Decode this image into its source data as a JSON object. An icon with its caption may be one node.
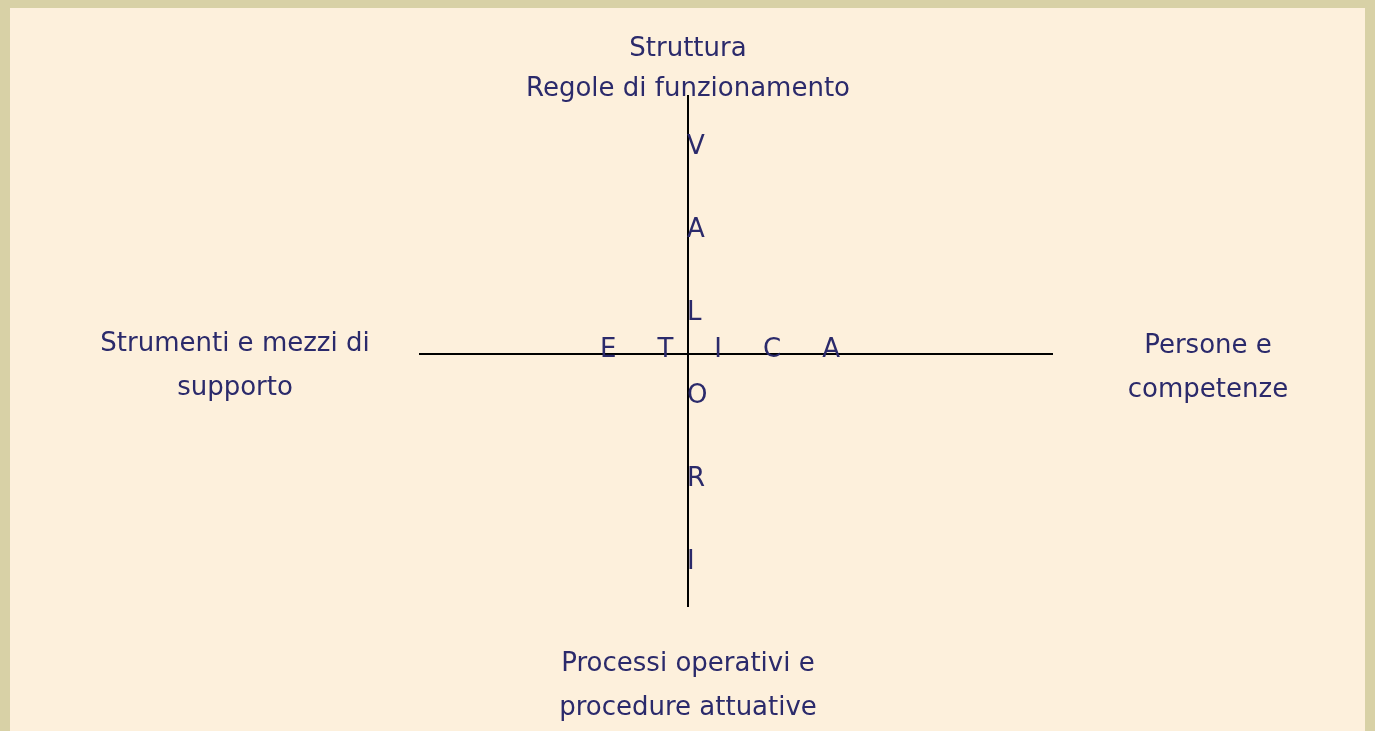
{
  "diagram": {
    "labels": [
      "Struttura",
      "Regole di funzionamento",
      "VALORI",
      "Strumenti e mezzi di supporto",
      "ETICA",
      "Persone e competenze",
      "Processi operativi e procedure attuative"
    ]
  }
}
